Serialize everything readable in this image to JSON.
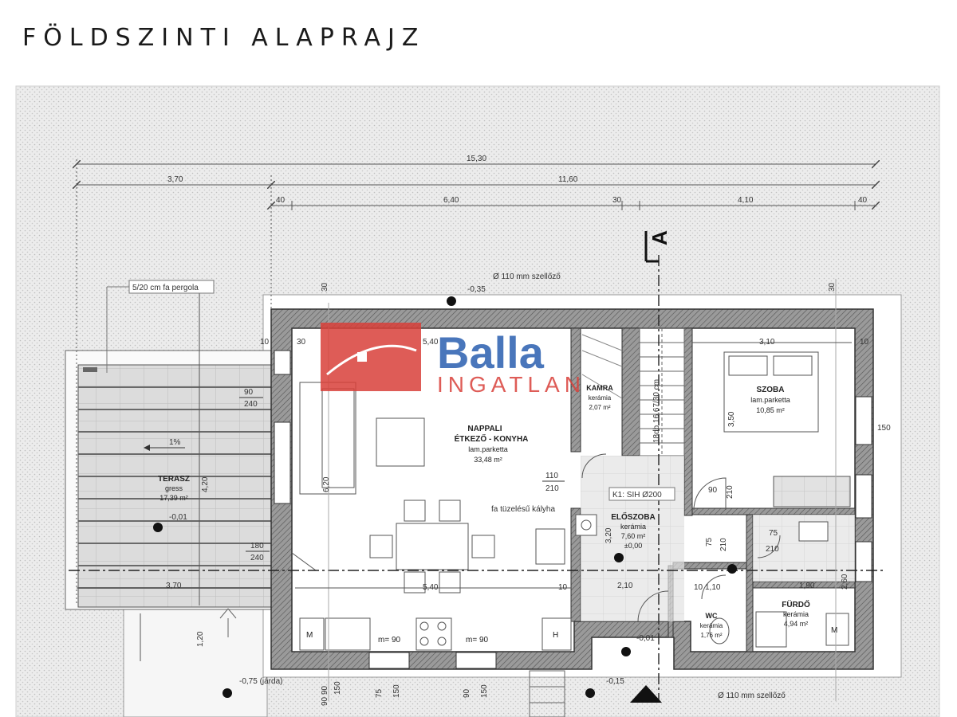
{
  "title": "FÖLDSZINTI ALAPRAJZ",
  "logo": {
    "line1": "Balla",
    "line2": "INGATLAN",
    "red": "#d9403a",
    "blue": "#2a5fb0"
  },
  "dimensions": {
    "overall": "15,30",
    "sub1": "3,70",
    "sub2": "11,60",
    "d40a": "40",
    "d640": "6,40",
    "d30": "30",
    "d410": "4,10",
    "d40b": "40",
    "d30b": "30",
    "d30c": "30",
    "d10a": "10",
    "d10b": "10",
    "d10c": "10",
    "d10d": "10",
    "d30d": "30",
    "d540a": "5,40",
    "d540b": "5,40",
    "d310": "3,10",
    "d110": "1,10",
    "d370": "3,70",
    "d420": "4,20",
    "d620": "6,20",
    "d350": "3,50",
    "d320": "3,20",
    "d210": "2,10",
    "d190": "1,90",
    "d260": "2,60",
    "d150": "150",
    "d120": "1,20",
    "d90": "90"
  },
  "section_marker": "A",
  "notes": {
    "vent_top": "Ø 110 mm szellőző",
    "vent_bottom": "Ø 110 mm szellőző",
    "pergola": "5/20 cm fa pergola",
    "level_top": "-0,35",
    "level_terrace": "-0,01",
    "level_path": "-0,75 (járda)",
    "level_entry": "-0,01",
    "level_entry2": "-0,15",
    "slope": "1%",
    "stairs": "18db 16,67/30 cm",
    "chimney": "K1: SIH Ø200",
    "stove": "fa tüzelésű kályha"
  },
  "openings": [
    {
      "w": "90",
      "h": "240"
    },
    {
      "w": "180",
      "h": "240"
    },
    {
      "w": "110",
      "h": "210"
    },
    {
      "w": "90",
      "h": "210"
    },
    {
      "w": "75",
      "h": "210"
    },
    {
      "w": "75",
      "h": "210"
    },
    {
      "w": "90",
      "h": "150"
    },
    {
      "w": "75",
      "h": "150"
    },
    {
      "w": "90",
      "h": "150"
    }
  ],
  "kitchen_labels": {
    "m1": "m= 90",
    "m2": "m= 90",
    "M": "M",
    "H": "H"
  },
  "rooms": [
    {
      "name": "NAPPALI",
      "sub": "ÉTKEZŐ - KONYHA",
      "material": "lam.parketta",
      "area": "33,48 m²"
    },
    {
      "name": "KAMRA",
      "material": "kerámia",
      "area": "2,07 m²"
    },
    {
      "name": "SZOBA",
      "material": "lam.parketta",
      "area": "10,85 m²"
    },
    {
      "name": "ELŐSZOBA",
      "material": "kerámia",
      "area": "7,60 m²",
      "level": "±0,00"
    },
    {
      "name": "FÜRDŐ",
      "material": "kerámia",
      "area": "4,94 m²"
    },
    {
      "name": "WC",
      "material": "kerámia",
      "area": "1,76 m²"
    },
    {
      "name": "TERASZ",
      "material": "gress",
      "area": "17,39 m²"
    }
  ]
}
